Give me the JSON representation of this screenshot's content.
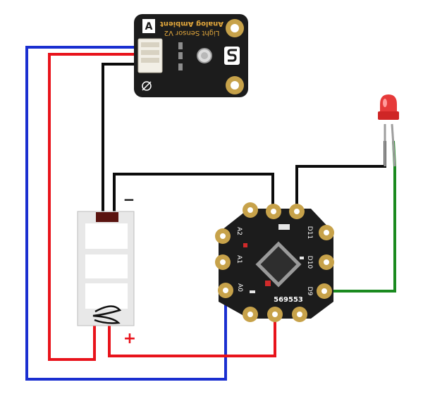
{
  "sensor": {
    "title_line1": "Analog Ambient",
    "title_line2": "Light Sensor V2",
    "badge": "A",
    "logo": "dfrobot-logo"
  },
  "controller": {
    "pin_a2": "A2",
    "pin_a1": "A1",
    "pin_a0": "A0",
    "pin_d11": "D11",
    "pin_d10": "D10",
    "pin_d9": "D9",
    "chip_code": "569553"
  },
  "battery": {
    "minus_label": "−",
    "plus_label": "+"
  },
  "colors": {
    "vcc_wire": "#e8131b",
    "signal_wire": "#1a2fd0",
    "gnd_wire": "#0b0b0b",
    "led_wire": "#1a8a1f",
    "board": "#1c1c1c",
    "pad_gold": "#c7a24a",
    "led": "#e63a3a"
  }
}
